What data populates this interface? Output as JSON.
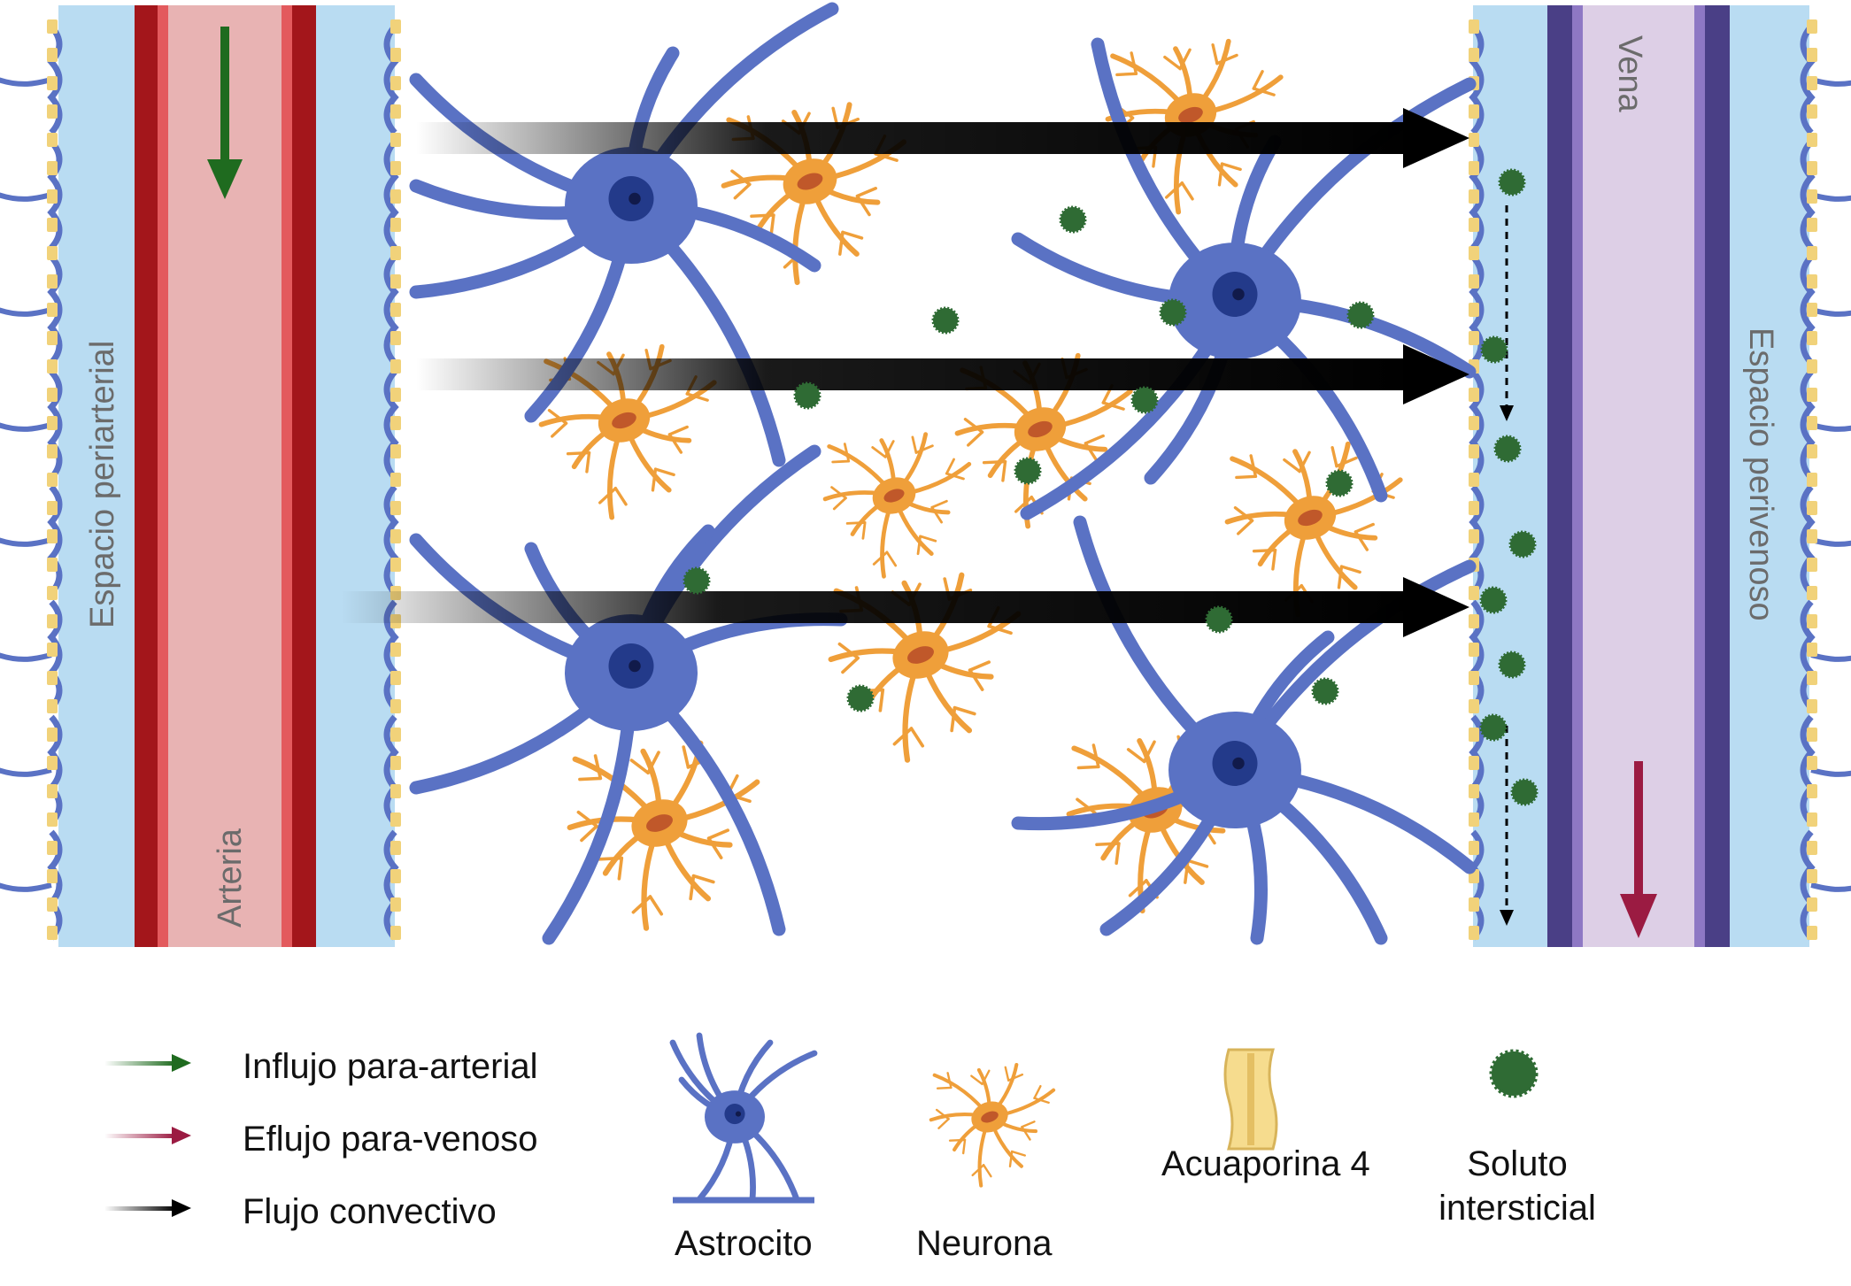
{
  "labels": {
    "periarterial": "Espacio periarterial",
    "artery": "Arteria",
    "vein": "Vena",
    "perivenous": "Espacio perivenoso"
  },
  "legend": {
    "influx": "Influjo para-arterial",
    "efflux": "Eflujo para-venoso",
    "convective": "Flujo convectivo",
    "astrocyte": "Astrocito",
    "neuron": "Neurona",
    "aquaporin": "Acuaporina 4",
    "solute_line1": "Soluto",
    "solute_line2": "intersticial"
  },
  "colors": {
    "perivascular_space": "#b9dcf2",
    "artery_wall": "#a3161b",
    "artery_lumen": "#e8b3b3",
    "vein_wall": "#4a3f86",
    "vein_lumen": "#ddcfe6",
    "astrocyte": "#5a72c4",
    "neuron": "#ef9f3a",
    "solute": "#2f6b34",
    "aquaporin": "#f1d27a",
    "influx_arrow": "#1f6b1f",
    "efflux_arrow": "#9b1b42",
    "convective_arrow": "#000000"
  }
}
